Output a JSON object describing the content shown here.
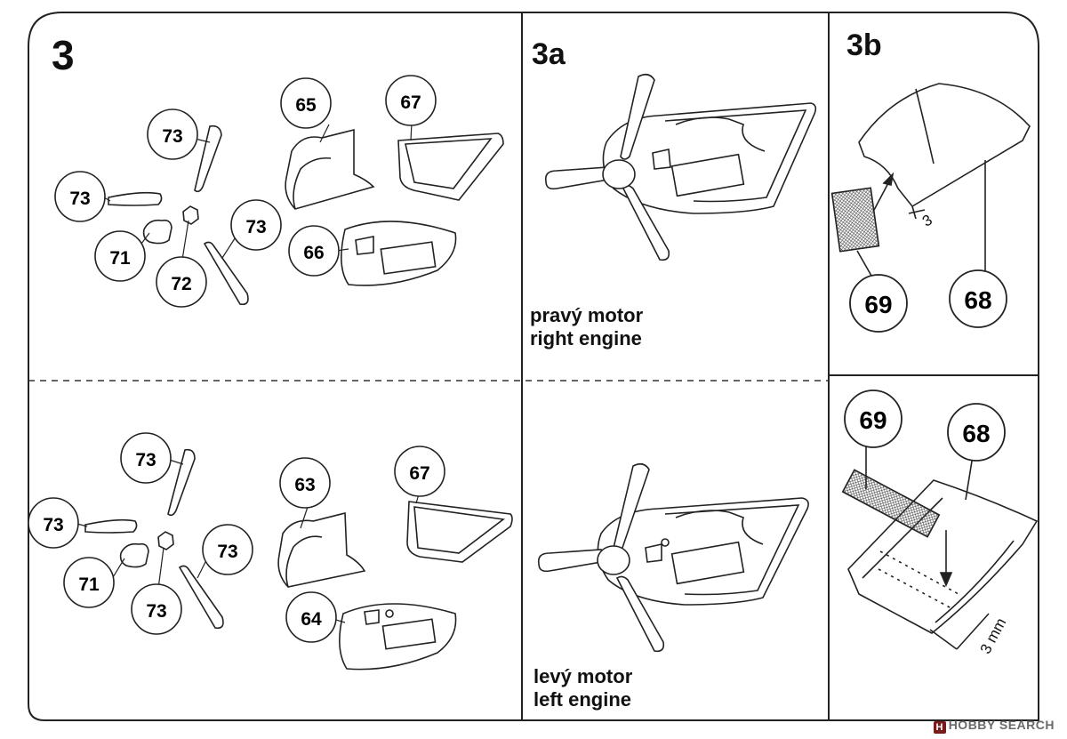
{
  "steps": {
    "main": "3",
    "a": "3a",
    "b": "3b"
  },
  "captions": {
    "right_cz": "pravý motor",
    "right_en": "right engine",
    "left_cz": "levý motor",
    "left_en": "left engine"
  },
  "part_numbers": {
    "top": {
      "spinner_upper": "73",
      "blade_left": "73",
      "blade_right": "73",
      "spinner_half": "71",
      "hub": "72",
      "cowl_front": "65",
      "cowl_lower": "66",
      "cowl_ring": "67"
    },
    "bottom": {
      "spinner_upper": "73",
      "blade_left": "73",
      "blade_right": "73",
      "spinner_half": "71",
      "hub": "73",
      "cowl_front": "63",
      "cowl_lower": "64",
      "cowl_ring": "67"
    },
    "detail_b": {
      "mesh_upper": "69",
      "canopy_upper": "68",
      "mesh_lower": "69",
      "canopy_lower": "68"
    }
  },
  "dimensions": {
    "upper": "3",
    "lower": "3 mm"
  },
  "watermark": {
    "logo": "H",
    "text": "HOBBY SEARCH"
  }
}
